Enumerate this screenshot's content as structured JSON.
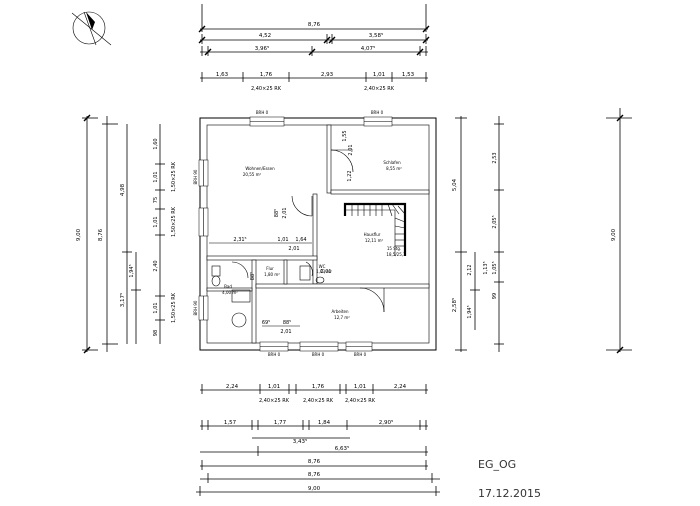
{
  "plan": {
    "name": "EG_OG",
    "date": "17.12.2015"
  },
  "dims": {
    "top1_overall": "8,76",
    "top2_a": "4,52",
    "top2_b": "3,58⁵",
    "top3_a": "3,96⁵",
    "top3_b": "4,07⁵",
    "top4_a": "1,63",
    "top4_b": "1,76",
    "top4_c": "2,93",
    "top4_d": "1,01",
    "top4_e": "1,53",
    "top_win1": "2,40×25 RK",
    "top_win2": "2,40×25 RK",
    "bot1_a": "2,24",
    "bot1_b": "1,01",
    "bot1_c": "1,76",
    "bot1_d": "1,01",
    "bot1_e": "2,24",
    "bot_win1": "2,40×25 RK",
    "bot_win2": "2,40×25 RK",
    "bot_win3": "2,40×25 RK",
    "bot2_a": "1,57",
    "bot2_b": "1,77",
    "bot2_c": "1,84",
    "bot2_d": "2,90⁵",
    "bot2_e": "3,43⁵",
    "bot3": "6,63⁵",
    "bot4": "8,76",
    "bot5": "8,76",
    "bot6": "9,00",
    "left_overall": "9,00",
    "left_inner": "8,76",
    "left_a": "4,98",
    "left_b": "3,17⁵",
    "left_c": "1,94⁵",
    "left_d": "1,60",
    "left_e": "1,01",
    "left_f": "75",
    "left_g": "1,01",
    "left_h": "2,40",
    "left_i": "1,01",
    "left_j": "98",
    "left_win1": "1,50×25 RK",
    "left_win2": "1,50×25 RK",
    "left_win3": "1,50×25 RK",
    "right_overall": "9,00",
    "right_a": "5,04",
    "right_b": "2,53",
    "right_c": "2,05⁵",
    "right_d": "1,13⁵",
    "right_e": "2,12",
    "right_f": "1,94⁵",
    "right_g": "2,58⁵",
    "right_h": "1,05⁵",
    "right_i": "99"
  },
  "rooms": {
    "wohnen_name": "Wohnen/Essen",
    "wohnen_area": "20,55 m²",
    "schlafen_name": "Schlafen",
    "schlafen_area": "8,55 m²",
    "hausflur_name": "Hausflur",
    "hausflur_area": "12,11 m²",
    "stairs_steps": "15 Stg.",
    "stairs_ratio": "18,5/25,1",
    "flur_name": "Flur",
    "flur_area": "1,80 m²",
    "wc_name": "WC",
    "wc_area": "1,63 m²",
    "bad_name": "Bad",
    "bad_area": "4,00 m²",
    "arbeiten_name": "Arbeiten",
    "arbeiten_area": "12,7 m²"
  },
  "inner": {
    "d1": "2,31⁵",
    "d2": "1,01",
    "d3": "1,64",
    "d4": "2,01",
    "d5": "2,01",
    "d6": "88⁵",
    "d7": "2,01",
    "d8": "1,22",
    "d9": "1,55",
    "d10": "88⁵",
    "d11": "2,01",
    "d12": "69⁵",
    "d13": "88⁵",
    "d14": "2,01"
  },
  "labels": {
    "brh_top1": "BRH 0",
    "brh_top2": "BRH 0",
    "brh_bot1": "BRH 0",
    "brh_bot2": "BRH 0",
    "brh_bot3": "BRH 0",
    "brh_left1": "BRH 90",
    "brh_left2": "BRH 90"
  }
}
